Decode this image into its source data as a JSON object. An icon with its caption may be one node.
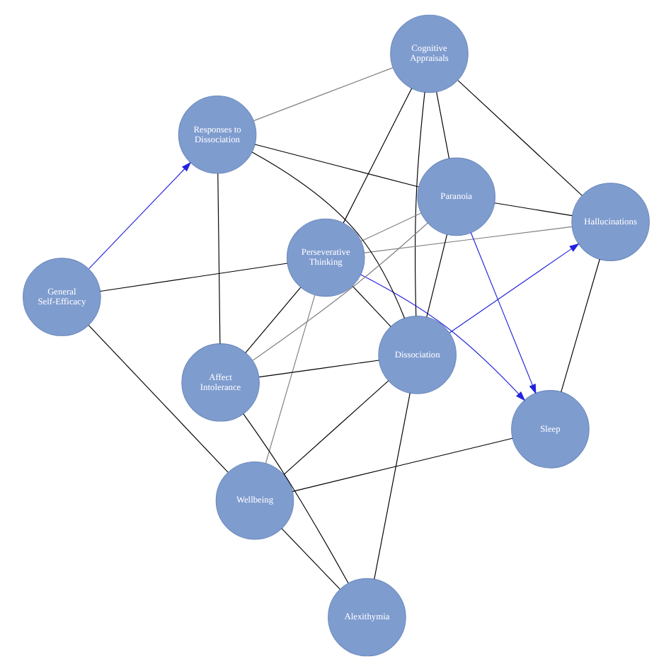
{
  "diagram": {
    "nodes": [
      {
        "text": [
          "Cognitive Appraisals"
        ]
      },
      {
        "text": [
          "Perseverative Thinking"
        ]
      },
      {
        "text": [
          "Dissociation"
        ]
      },
      {
        "text": [
          "Responses to Dissociation"
        ]
      },
      {
        "text": [
          "Hallucinations"
        ]
      },
      {
        "text": [
          "Wellbeing"
        ]
      },
      {
        "text": [
          "General Self-Efficacy"
        ]
      },
      {
        "text": [
          "Paranoia"
        ]
      },
      {
        "text": [
          "Alexithymia"
        ]
      },
      {
        "text": [
          "Sleep"
        ]
      },
      {
        "text": [
          "Affect Intolerance"
        ]
      }
    ],
    "edges": [
      {
        "from": 0,
        "to": 1,
        "arrow": "none"
      },
      {
        "from": 0,
        "to": 4,
        "arrow": "none"
      },
      {
        "from": 0,
        "to": 2,
        "arrow": "none"
      },
      {
        "from": 0,
        "to": 3,
        "arrow": "none",
        "color": "#808080"
      },
      {
        "from": 0,
        "to": 7,
        "arrow": "none"
      },
      {
        "from": 1,
        "to": 2,
        "arrow": "none"
      },
      {
        "from": 1,
        "to": 5,
        "arrow": "none",
        "color": "#808080"
      },
      {
        "from": 1,
        "to": 4,
        "arrow": "none",
        "color": "#808080"
      },
      {
        "from": 1,
        "to": 9,
        "arrow": "to",
        "color": "#2222dd"
      },
      {
        "from": 1,
        "to": 6,
        "arrow": "none"
      },
      {
        "from": 1,
        "to": 7,
        "arrow": "none",
        "color": "#808080"
      },
      {
        "from": 1,
        "to": 10,
        "arrow": "none"
      },
      {
        "from": 2,
        "to": 4,
        "arrow": "to",
        "color": "#2222dd"
      },
      {
        "from": 2,
        "to": 3,
        "arrow": "none"
      },
      {
        "from": 2,
        "to": 7,
        "arrow": "none"
      },
      {
        "from": 2,
        "to": 10,
        "arrow": "none"
      },
      {
        "from": 2,
        "to": 8,
        "arrow": "none"
      },
      {
        "from": 2,
        "to": 5,
        "arrow": "none"
      },
      {
        "from": 3,
        "to": 7,
        "arrow": "none"
      },
      {
        "from": 3,
        "to": 10,
        "arrow": "none"
      },
      {
        "from": 4,
        "to": 7,
        "arrow": "none"
      },
      {
        "from": 4,
        "to": 9,
        "arrow": "none"
      },
      {
        "from": 6,
        "to": 3,
        "arrow": "to",
        "color": "#2222dd"
      },
      {
        "from": 6,
        "to": 5,
        "arrow": "none"
      },
      {
        "from": 5,
        "to": 8,
        "arrow": "none"
      },
      {
        "from": 5,
        "to": 9,
        "arrow": "none"
      },
      {
        "from": 7,
        "to": 10,
        "arrow": "none",
        "color": "#808080"
      },
      {
        "from": 7,
        "to": 9,
        "arrow": "to",
        "color": "#2222dd"
      },
      {
        "from": 8,
        "to": 10,
        "arrow": "none"
      }
    ]
  }
}
